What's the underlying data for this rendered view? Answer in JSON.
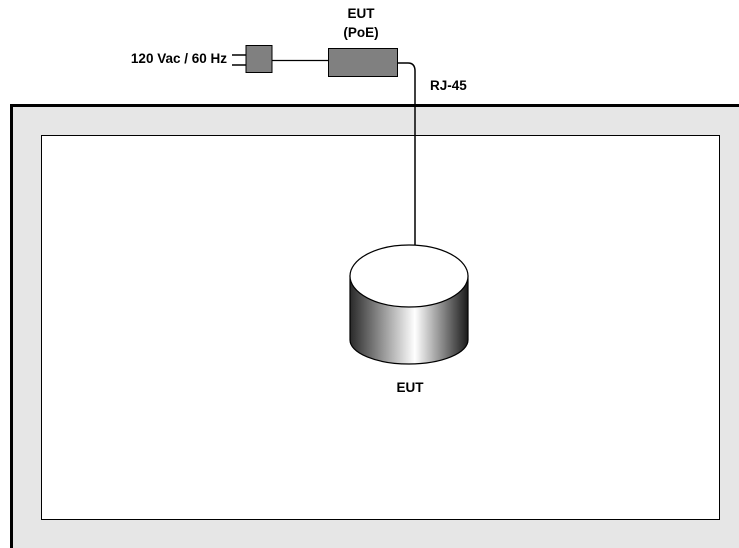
{
  "labels": {
    "power": "120 Vac / 60 Hz",
    "poe_line1": "EUT",
    "poe_line2": "(PoE)",
    "cable": "RJ-45",
    "eut": "EUT"
  },
  "colors": {
    "outer_frame_fill": "#e6e6e6",
    "inner_area_fill": "#ffffff",
    "box_fill": "#808080",
    "stroke": "#000000",
    "cylinder_top": "#ffffff",
    "cylinder_side_dark": "#2a2a2a",
    "cylinder_side_light": "#ffffff"
  }
}
